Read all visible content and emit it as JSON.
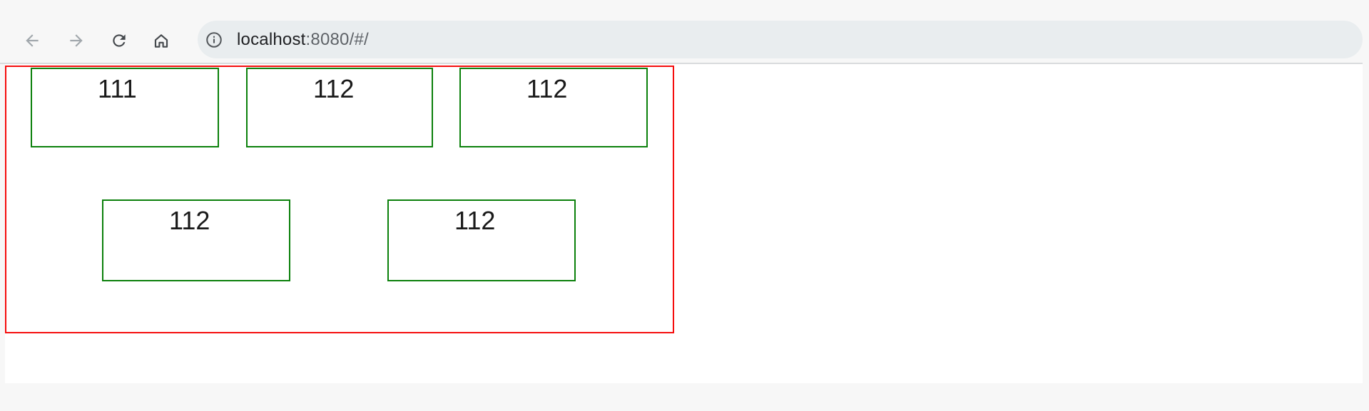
{
  "browser_toolbar": {
    "back_button": {
      "icon": "arrow-left"
    },
    "forward_button": {
      "icon": "arrow-right"
    },
    "reload_button": {
      "icon": "circular-reload-arrow"
    },
    "home_button": {
      "icon": "house-outline"
    },
    "address_bar": {
      "info_icon": "info-circle",
      "value": "localhost:8080/#/",
      "url_origin": "localhost",
      "url_rest": ":8080/#/"
    }
  },
  "page": {
    "rows": [
      {
        "boxes": [
          {
            "label": "111"
          },
          {
            "label": "112"
          },
          {
            "label": "112"
          }
        ]
      },
      {
        "boxes": [
          {
            "label": "112"
          },
          {
            "label": "112"
          }
        ]
      }
    ]
  },
  "colors": {
    "outer_bg": "#f7f7f7",
    "toolbar_bg": "#f7f7f7",
    "pill_bg": "#e9edef",
    "icon_dark": "#45494d",
    "icon_disabled": "#a1a7ac",
    "info_icon": "#54585c",
    "url_text": "#202124",
    "url_secondary": "#5f6368",
    "toolbar_border": "#d9dbdd",
    "page_bg": "#ffffff",
    "red_border": "#f50d0d",
    "green_border": "#0b800b",
    "label_text": "#1a1a1a"
  }
}
